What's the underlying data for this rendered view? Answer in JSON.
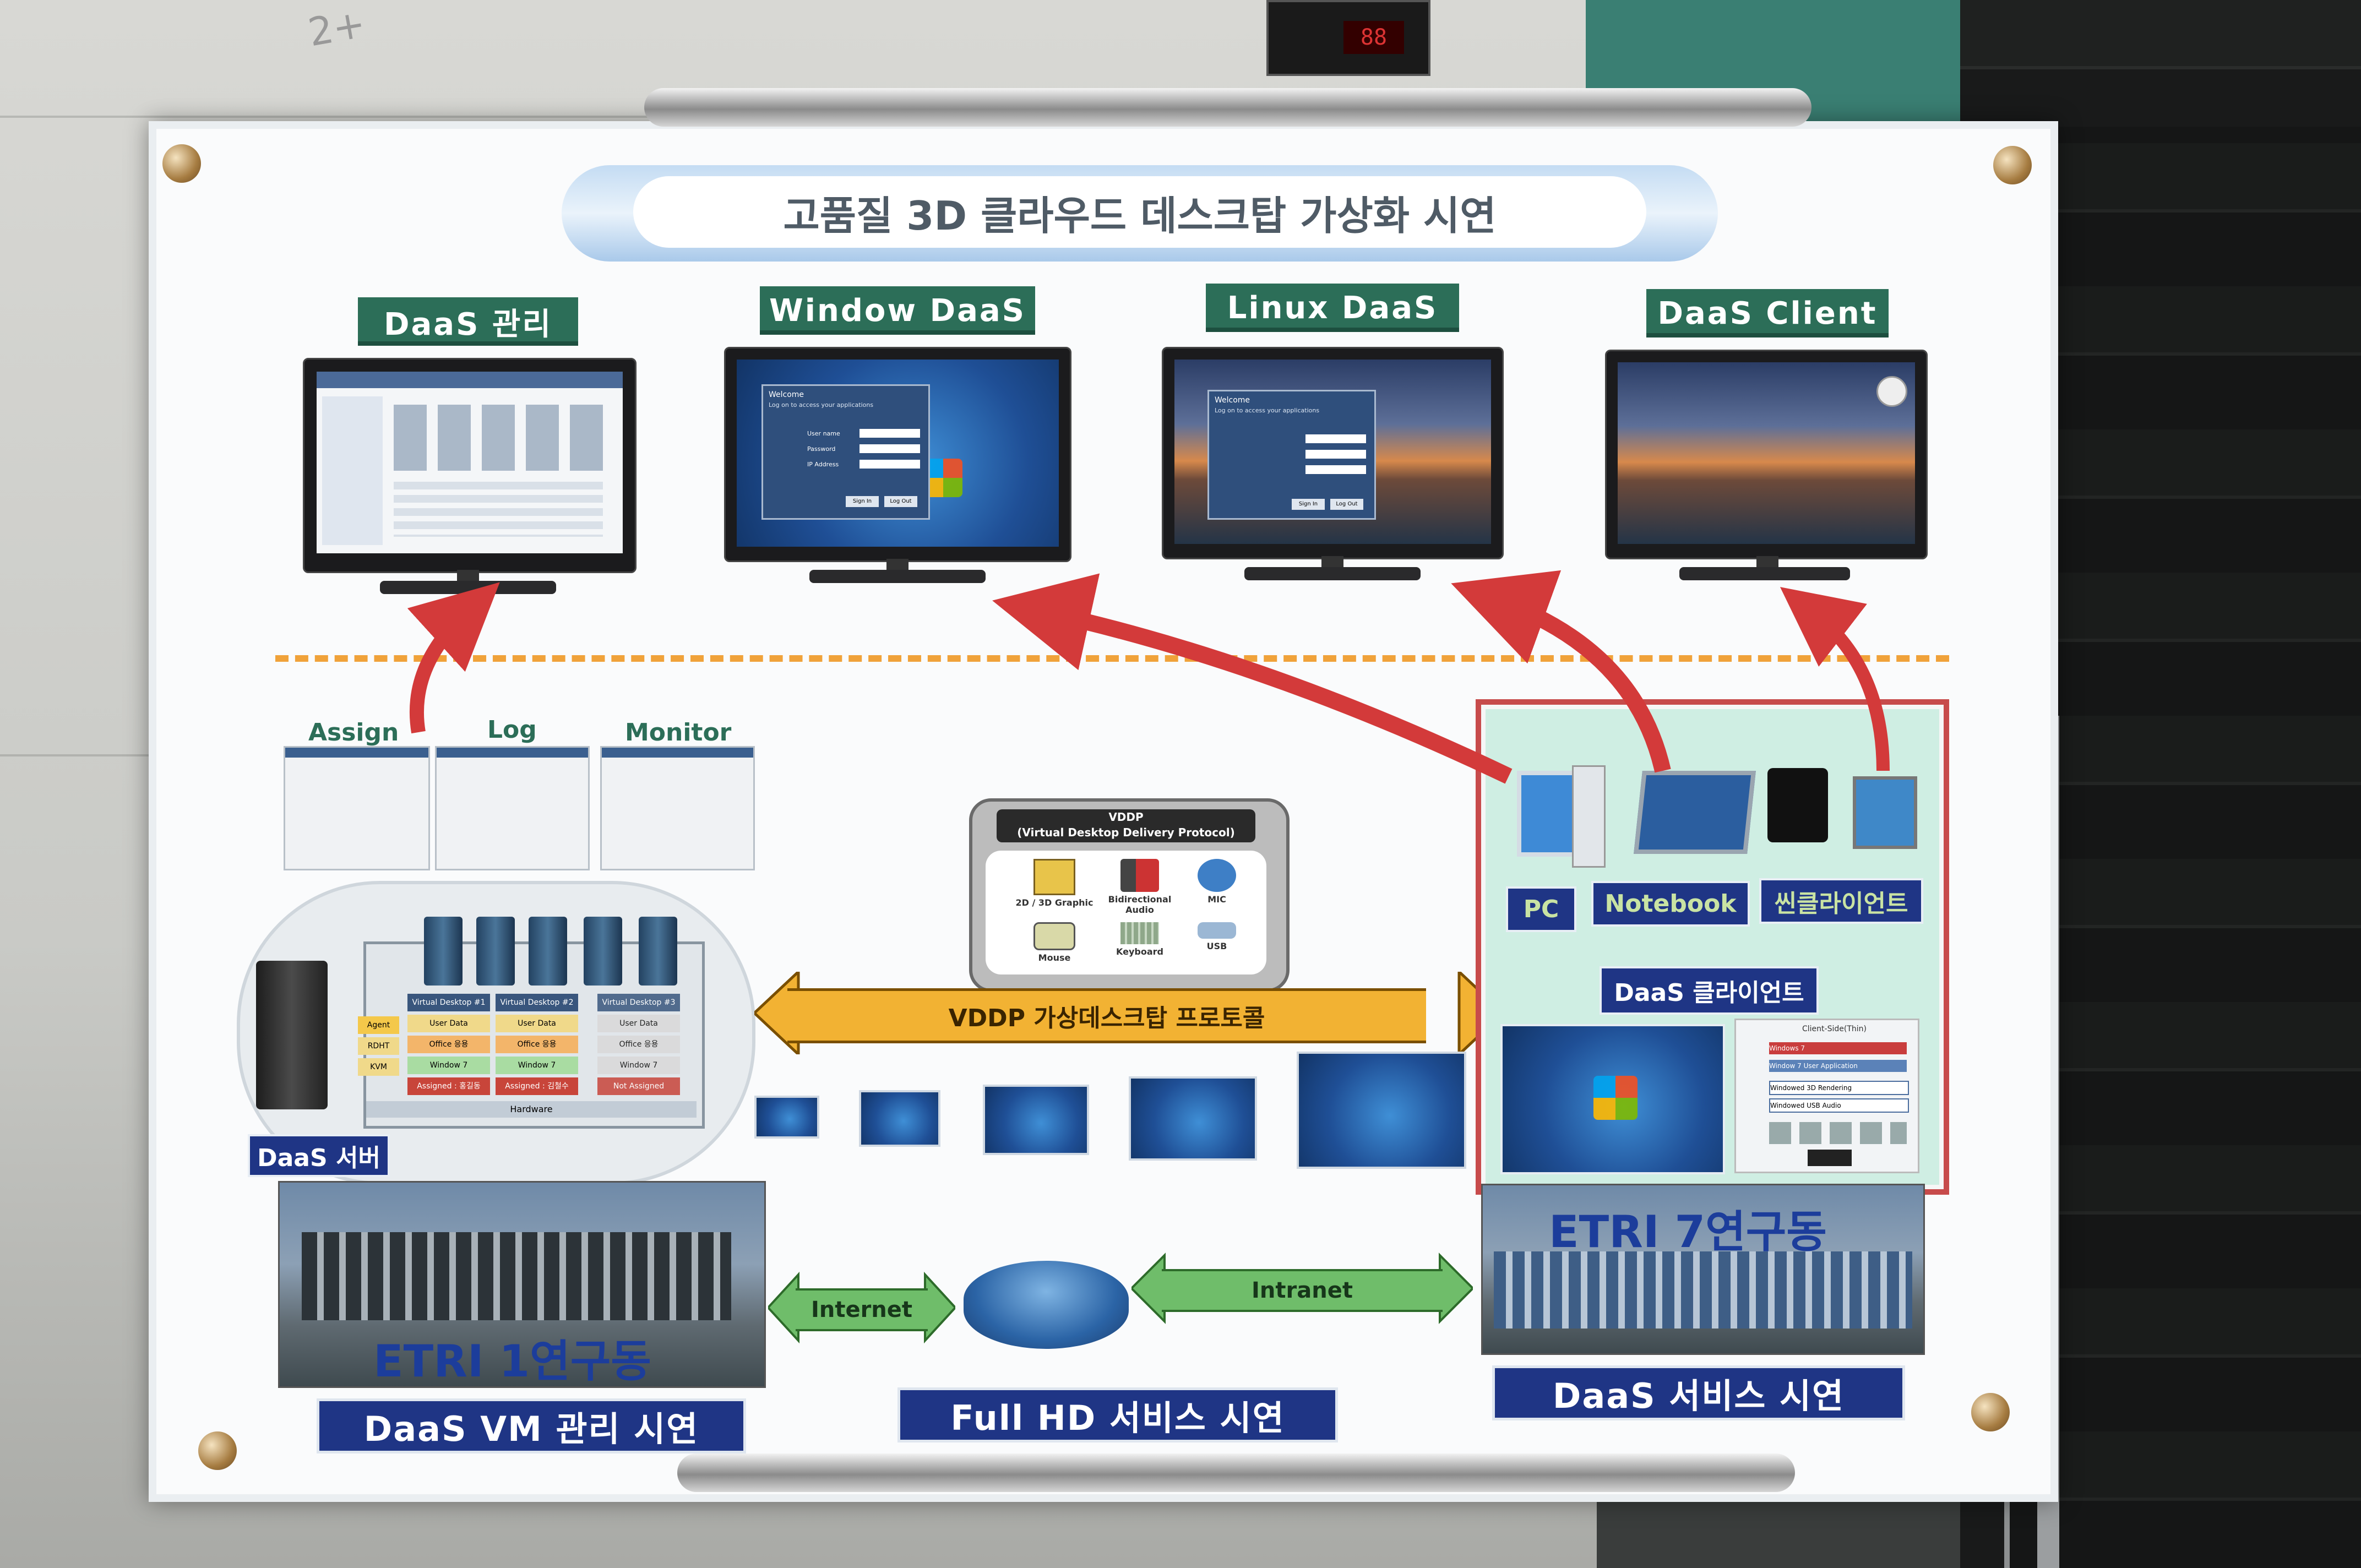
{
  "environment": {
    "wall_note": "2+",
    "display_digits": "88"
  },
  "poster": {
    "title": "고품질 3D 클라우드 데스크탑 가상화 시연",
    "top_tabs": [
      "DaaS 관리",
      "Window DaaS",
      "Linux DaaS",
      "DaaS Client"
    ],
    "tool_labels": [
      "Assign",
      "Log",
      "Monitor"
    ],
    "vddp": {
      "title_line1": "VDDP",
      "title_line2": "(Virtual Desktop Delivery Protocol)",
      "items": [
        "2D / 3D Graphic",
        "Bidirectional Audio",
        "MIC",
        "Mouse",
        "Keyboard",
        "USB"
      ]
    },
    "server_cluster": {
      "vm_columns": [
        {
          "head": "Virtual Desktop #1",
          "rows": [
            "User Data",
            "Office 응용",
            "Window 7"
          ],
          "status": "Assigned : 홍길동"
        },
        {
          "head": "Virtual Desktop #2",
          "rows": [
            "User Data",
            "Office 응용",
            "Window 7"
          ],
          "status": "Assigned : 김철수"
        },
        {
          "head": "Virtual Desktop #3",
          "rows": [
            "User Data",
            "Office 응용",
            "Window 7"
          ],
          "status": "Not Assigned"
        }
      ],
      "side_stack": [
        "Agent",
        "RDHT",
        "KVM"
      ],
      "base_label": "Hardware",
      "server_label": "DaaS 서버"
    },
    "protocol_arrow": "VDDP 가상데스크탑 프로토콜",
    "client_panel": {
      "devices": [
        "PC",
        "Notebook",
        "씬클라이언트"
      ],
      "client_label": "DaaS 클라이언트",
      "diagram_title": "Client-Side(Thin)",
      "diagram_rows": [
        "Windows 7",
        "Window 7 User Application",
        "Windowed 3D Rendering",
        "Windowed USB Audio"
      ]
    },
    "buildings": {
      "left": "ETRI 1연구동",
      "right": "ETRI 7연구동"
    },
    "network": {
      "internet": "Internet",
      "intranet": "Intranet"
    },
    "bottom_labels": [
      "DaaS VM 관리 시연",
      "Full HD 서비스 시연",
      "DaaS 서비스 시연"
    ],
    "monitor_ui": {
      "login_welcome": "Welcome",
      "login_sub": "Log on to access your applications",
      "login_field_user": "User name",
      "login_field_pass": "Password",
      "login_field_ip": "IP Address",
      "btn_ok": "Sign In",
      "btn_cancel": "Log Out"
    },
    "colors": {
      "tab_green": "#2c6e58",
      "navy": "#1f3585",
      "arrow_red": "#d33a3a",
      "dashed_orange": "#f0a23a",
      "protocol_yellow": "#f2b233",
      "network_green": "#6fbd6a",
      "panel_border_red": "#c74b4b"
    }
  }
}
